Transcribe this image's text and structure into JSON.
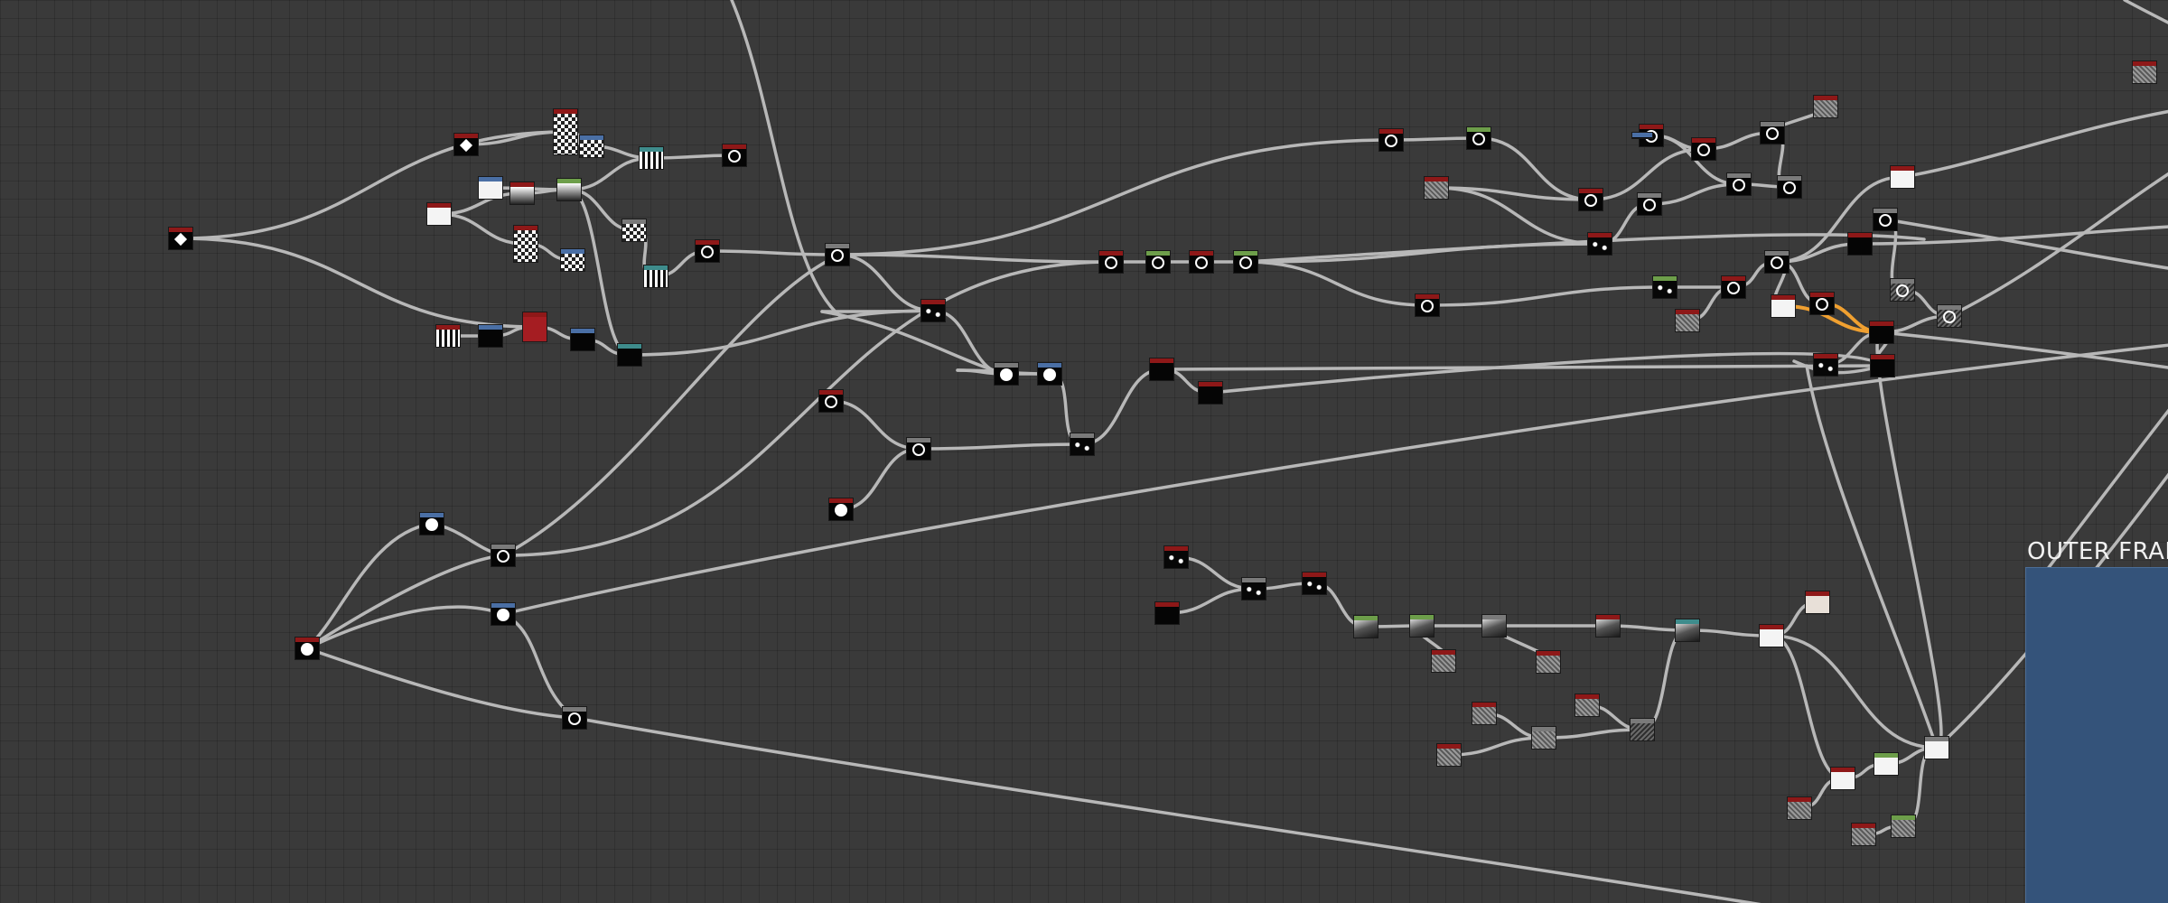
{
  "frame": {
    "title": "OUTER FRAM"
  },
  "colors": {
    "canvas": "#3a3a3a",
    "wire": "#b8b8b8",
    "wire_selected": "#f0a030",
    "frame": "#34537a",
    "header_red": "#8e1818",
    "header_blue": "#4a6fa5",
    "header_teal": "#3e8c8c",
    "header_green": "#6d9e4a",
    "header_gray": "#7a7a7a"
  },
  "node_types": [
    "input",
    "blend",
    "noise",
    "pattern",
    "filter",
    "output",
    "gradient",
    "transform"
  ]
}
